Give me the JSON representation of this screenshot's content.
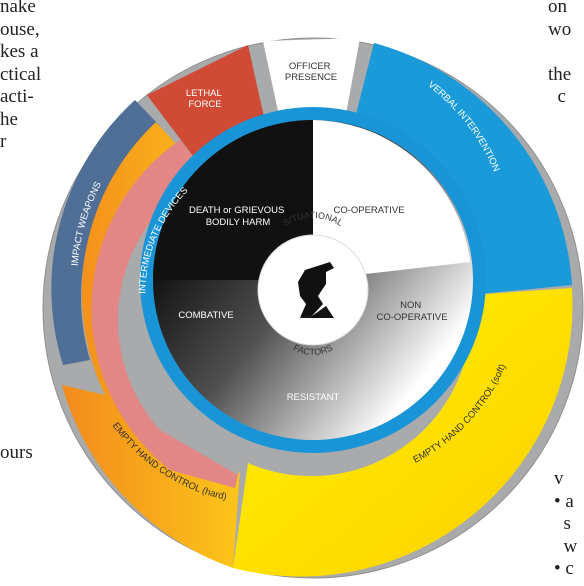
{
  "background_text": {
    "left_lines": [
      "nake",
      "ouse,",
      "kes a",
      "ctical",
      "acti-",
      "he",
      "r"
    ],
    "left_bottom": "ours",
    "right_lines": [
      "on",
      "wo",
      "",
      "the",
      "  c"
    ],
    "right_bottom_lines": [
      "v",
      "• a",
      "  s",
      "  w",
      "• c"
    ]
  },
  "wheel": {
    "outer_segments": {
      "officer_presence": "OFFICER\nPRESENCE",
      "verbal_intervention": "VERBAL INTERVENTION",
      "empty_hand_soft": "EMPTY HAND CONTROL (soft)",
      "empty_hand_hard": "EMPTY HAND CONTROL (hard)",
      "intermediate_devices": "INTERMEDIATE DEVICES",
      "impact_weapons": "IMPACT WEAPONS",
      "lethal_force": "LETHAL\nFORCE"
    },
    "inner_quadrants": {
      "death": "DEATH or GRIEVOUS\nBODILY HARM",
      "cooperative": "CO-OPERATIVE",
      "non_cooperative": "NON\nCO-OPERATIVE",
      "resistant": "RESISTANT",
      "combative": "COMBATIVE"
    },
    "center": {
      "top_word": "SITUATIONAL",
      "bottom_word": "FACTORS"
    },
    "colors": {
      "outer_ring": "#a9aaab",
      "officer_presence": "#ffffff",
      "verbal": "#1a9ad8",
      "soft": "#ffe500",
      "hard": "#f5a11c",
      "intermediate": "#e28686",
      "impact": "#4f6f96",
      "lethal": "#cf4b35",
      "blue_band": "#1994d6"
    }
  }
}
